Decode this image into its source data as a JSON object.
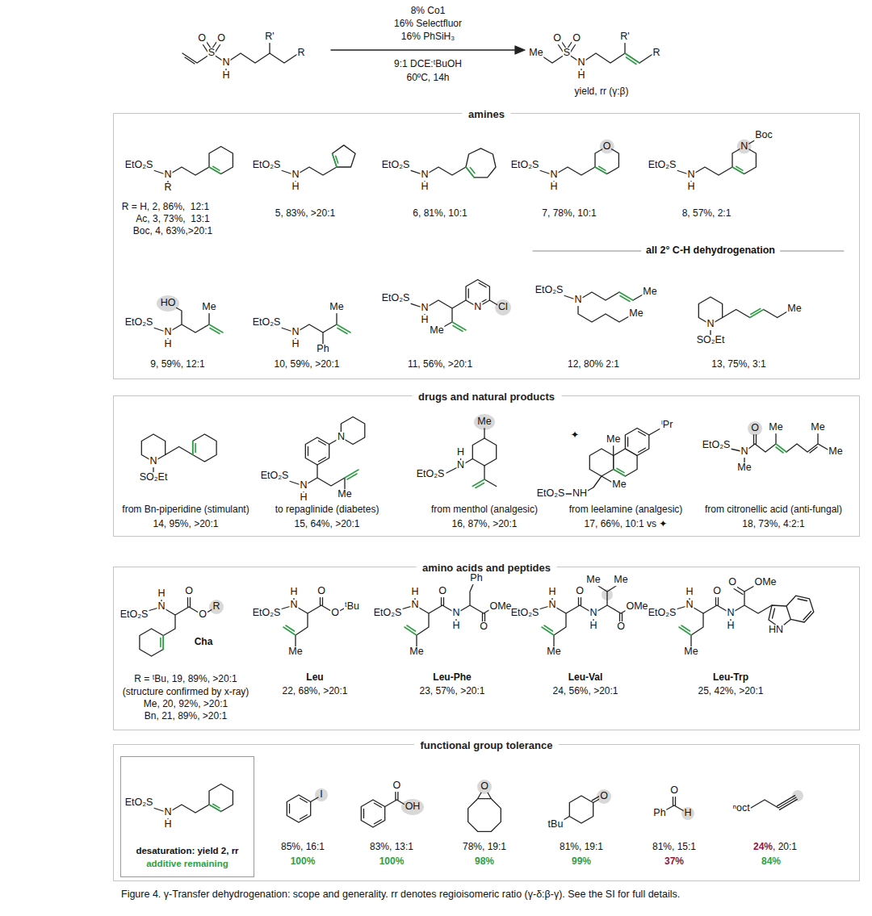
{
  "diagram": {
    "caption": "Figure 4. γ-Transfer dehydrogenation: scope and generality. rr denotes regioisomeric ratio (γ-δ:β-γ). See the SI for full details.",
    "nodes": [
      {
        "text": [
          "amines"
        ]
      },
      {
        "text": [
          "drugs and natural products"
        ]
      },
      {
        "text": [
          "amino acids and peptides"
        ]
      },
      {
        "text": [
          "functional group tolerance"
        ]
      },
      {
        "text": [
          "desaturation: yield 2, rr",
          "additive remaining"
        ],
        "in": 3
      }
    ],
    "labels": [
      "O",
      "O",
      "S",
      "N",
      "H",
      "R'",
      "R",
      "8% Co1",
      "16% Selectfluor",
      "16% PhSiH₃",
      "9:1 DCE:ᵗBuOH",
      "60ºC, 14h",
      "Me",
      "O",
      "O",
      "S",
      "N",
      "H",
      "R'",
      "R",
      "yield, rr (γ:β)",
      "EtO₂S",
      "N",
      "R",
      "R = H, 2, 86%,  12:1",
      "Ac, 3, 73%,  13:1",
      "Boc, 4, 63%,>20:1",
      "EtO₂S",
      "N",
      "H",
      "5, 83%, >20:1",
      "EtO₂S",
      "N",
      "H",
      "6, 81%, 10:1",
      "EtO₂S",
      "N",
      "H",
      "O",
      "7, 78%, 10:1",
      "EtO₂S",
      "N",
      "H",
      "N",
      "Boc",
      "8, 57%, 2:1",
      "all 2° C-H dehydrogenation",
      "EtO₂S",
      "N",
      "H",
      "HO",
      "Me",
      "9, 59%, 12:1",
      "EtO₂S",
      "N",
      "H",
      "Ph",
      "Me",
      "10, 59%, >20:1",
      "EtO₂S",
      "N",
      "H",
      "N",
      "Cl",
      "Me",
      "11, 56%, >20:1",
      "EtO₂S",
      "N",
      "Me",
      "Me",
      "12, 80% 2:1",
      "N",
      "SO₂Et",
      "Me",
      "13, 75%, 3:1",
      "N",
      "SO₂Et",
      "from Bn-piperidine (stimulant)",
      "14, 95%, >20:1",
      "EtO₂S",
      "N",
      "H",
      "N",
      "Me",
      "to repaglinide (diabetes)",
      "15, 64%, >20:1",
      "Me",
      "N",
      "H",
      "EtO₂S",
      "from menthol (analgesic)",
      "16, 87%, >20:1",
      "ⁱPr",
      "Me",
      "✦",
      "Me",
      "EtO₂S",
      "NH",
      "from leelamine (analgesic)",
      "17, 66%, 10:1 vs ✦",
      "EtO₂S",
      "N",
      "Me",
      "O",
      "Me",
      "Me",
      "Me",
      "from citronellic acid (anti-fungal)",
      "18, 73%, 4:2:1",
      "EtO₂S",
      "N",
      "H",
      "O",
      "O",
      "R",
      "Cha",
      "R = ᵗBu, 19, 89%, >20:1",
      "(structure confirmed by x-ray)",
      "Me, 20, 92%, >20:1",
      "Bn, 21, 89%, >20:1",
      "EtO₂S",
      "N",
      "H",
      "O",
      "O",
      "ᵗBu",
      "Me",
      "Leu",
      "22, 68%, >20:1",
      "EtO₂S",
      "N",
      "H",
      "O",
      "N",
      "H",
      "Ph",
      "O",
      "OMe",
      "Me",
      "Leu-Phe",
      "23, 57%, >20:1",
      "EtO₂S",
      "N",
      "H",
      "O",
      "N",
      "H",
      "Me",
      "Me",
      "O",
      "OMe",
      "Me",
      "Leu-Val",
      "24, 56%, >20:1",
      "EtO₂S",
      "N",
      "H",
      "O",
      "N",
      "H",
      "O",
      "OMe",
      "HN",
      "Me",
      "Leu-Trp",
      "25, 42%, >20:1",
      "EtO₂S",
      "N",
      "H",
      "I",
      "85%, 16:1",
      "100%",
      "O",
      "OH",
      "83%, 13:1",
      "100%",
      "O",
      "78%, 19:1",
      "98%",
      "O",
      "tBu",
      "81%, 19:1",
      "99%",
      "Ph",
      "O",
      "H",
      "81%, 15:1",
      "37%",
      "ⁿoct",
      "24%",
      ", 20:1",
      "84%"
    ]
  }
}
